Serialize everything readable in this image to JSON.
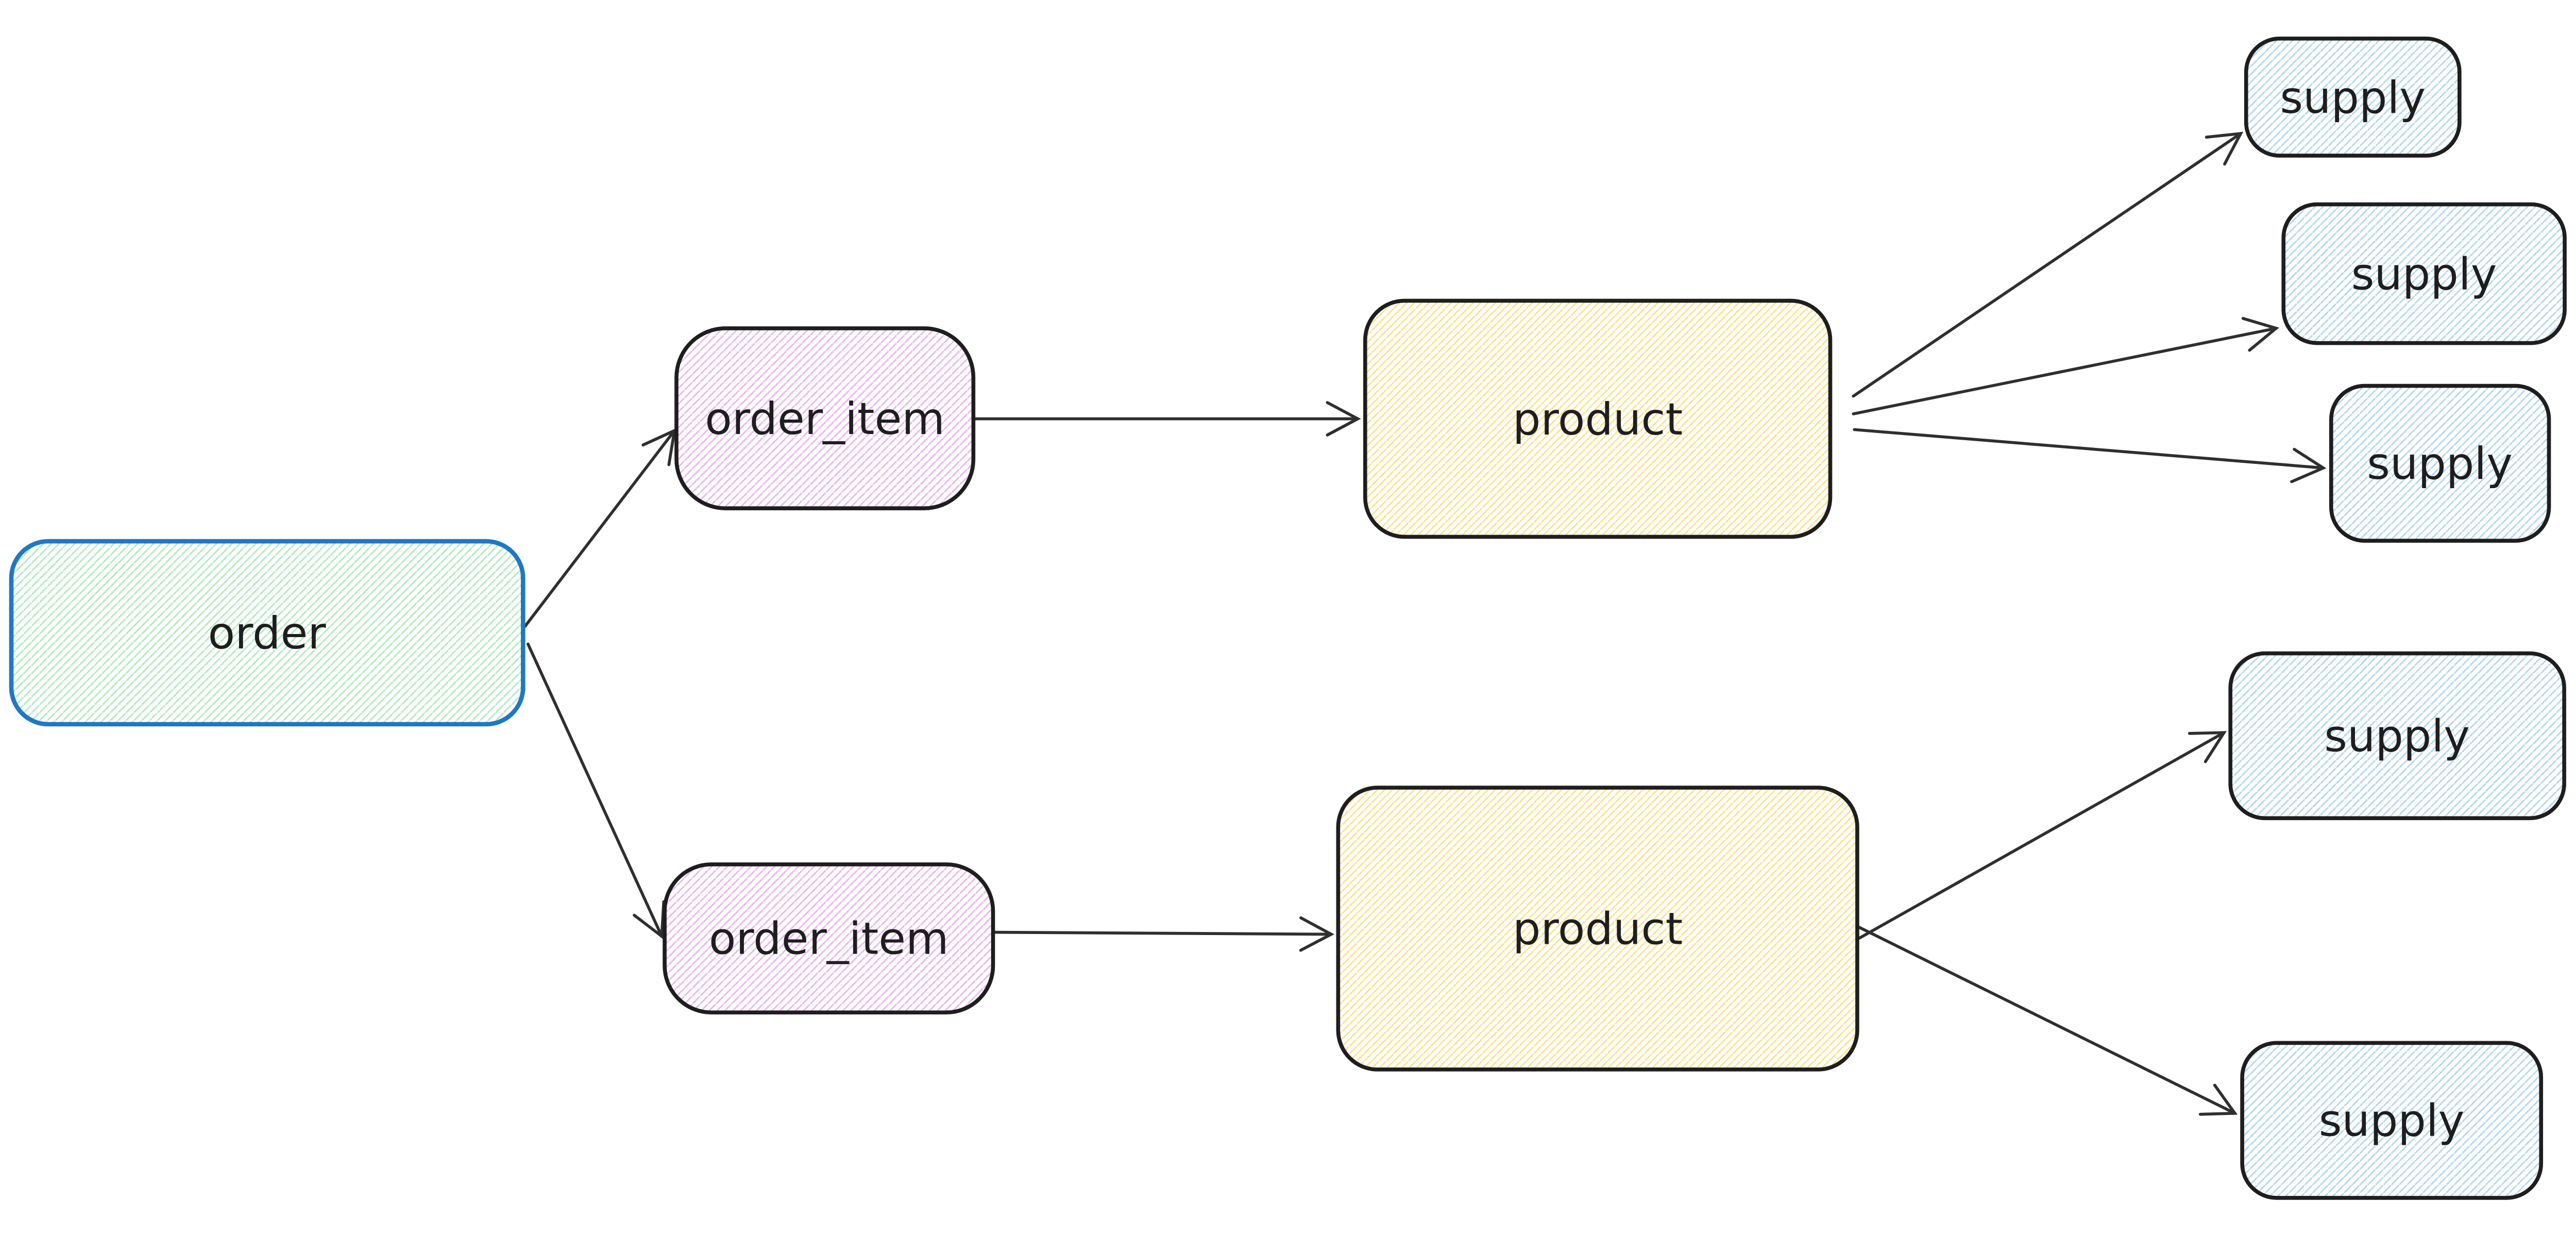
{
  "diagram": {
    "type": "entity-relationship-flow",
    "background_color": "#ffffff",
    "text_color": "#1e1e1e",
    "arrow_color": "#2f2f2f",
    "palette": {
      "order_stroke": "#1f78c5",
      "shape_stroke": "#1e1e1e",
      "green_hatch": "#aeeabb",
      "violet_hatch": "#eab4f0",
      "yellow_hatch": "#ffe184",
      "blue_hatch": "#afd7f0"
    },
    "nodes": [
      {
        "id": "order",
        "label": "order",
        "fill": "green-hachure",
        "stroke_color": "#1f78c5"
      },
      {
        "id": "order_item_1",
        "label": "order_item",
        "fill": "violet-hachure",
        "stroke_color": "#1e1e1e"
      },
      {
        "id": "product_1",
        "label": "product",
        "fill": "yellow-hachure",
        "stroke_color": "#1e1e1e"
      },
      {
        "id": "supply_1",
        "label": "supply",
        "fill": "blue-hachure",
        "stroke_color": "#1e1e1e"
      },
      {
        "id": "supply_2",
        "label": "supply",
        "fill": "blue-hachure",
        "stroke_color": "#1e1e1e"
      },
      {
        "id": "supply_3",
        "label": "supply",
        "fill": "blue-hachure",
        "stroke_color": "#1e1e1e"
      },
      {
        "id": "order_item_2",
        "label": "order_item",
        "fill": "violet-hachure",
        "stroke_color": "#1e1e1e"
      },
      {
        "id": "product_2",
        "label": "product",
        "fill": "yellow-hachure",
        "stroke_color": "#1e1e1e"
      },
      {
        "id": "supply_4",
        "label": "supply",
        "fill": "blue-hachure",
        "stroke_color": "#1e1e1e"
      },
      {
        "id": "supply_5",
        "label": "supply",
        "fill": "blue-hachure",
        "stroke_color": "#1e1e1e"
      }
    ],
    "edges": [
      {
        "from": "order",
        "to": "order_item_1"
      },
      {
        "from": "order",
        "to": "order_item_2"
      },
      {
        "from": "order_item_1",
        "to": "product_1"
      },
      {
        "from": "order_item_2",
        "to": "product_2"
      },
      {
        "from": "product_1",
        "to": "supply_1"
      },
      {
        "from": "product_1",
        "to": "supply_2"
      },
      {
        "from": "product_1",
        "to": "supply_3"
      },
      {
        "from": "product_2",
        "to": "supply_4"
      },
      {
        "from": "product_2",
        "to": "supply_5"
      }
    ]
  }
}
